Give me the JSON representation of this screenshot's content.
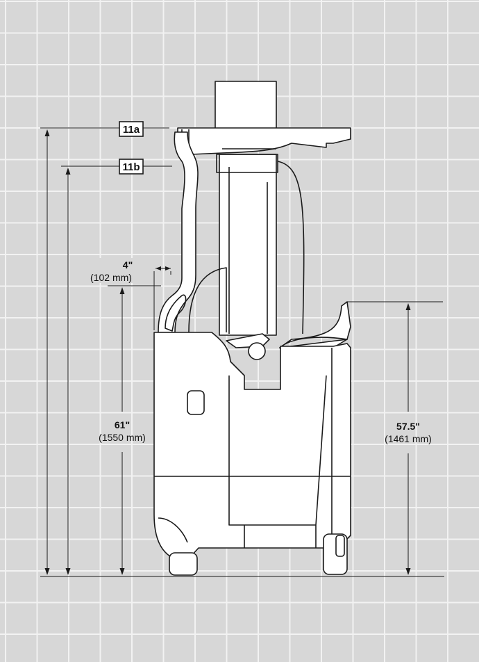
{
  "callouts": {
    "a": "11a",
    "b": "11b"
  },
  "dimensions": {
    "gap": {
      "value": "4\"",
      "metric": "(102 mm)"
    },
    "left_height": {
      "value": "61\"",
      "metric": "(1550 mm)"
    },
    "right_height": {
      "value": "57.5\"",
      "metric": "(1461 mm)"
    }
  },
  "colors": {
    "background": "#d7d7d7",
    "grid": "#f2f2f2",
    "line": "#1a1a1a",
    "fill": "#ffffff"
  }
}
